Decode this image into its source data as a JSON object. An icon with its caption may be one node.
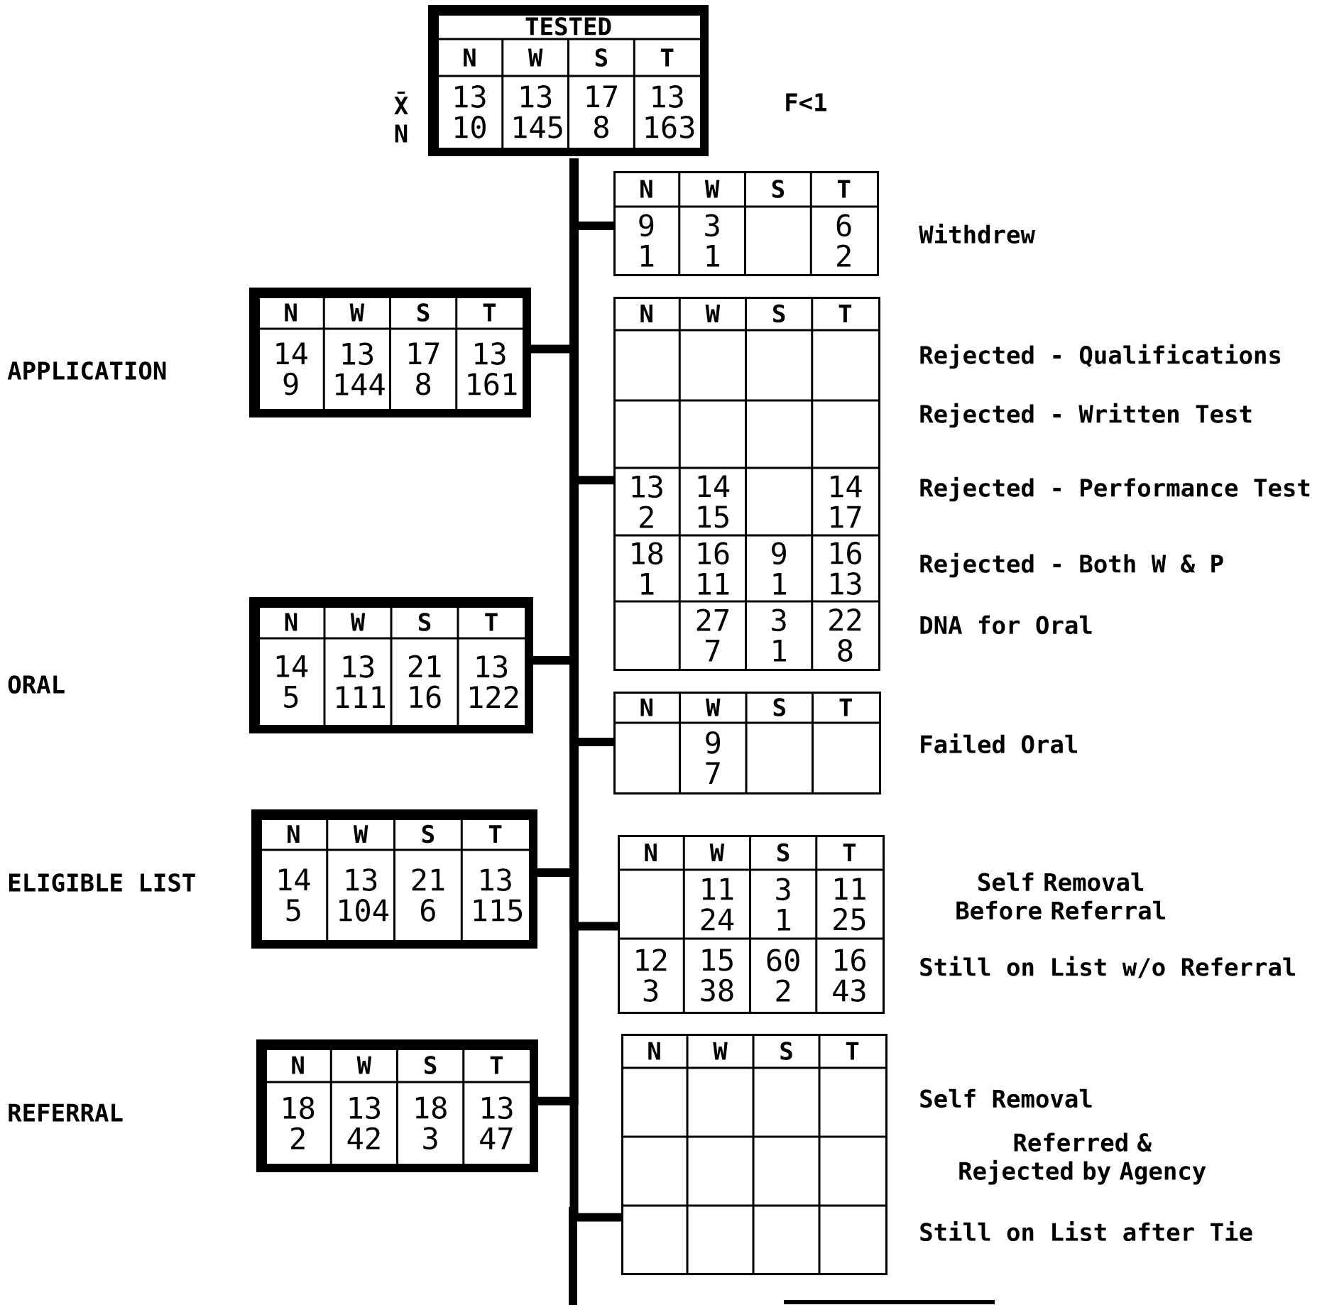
{
  "diagram": {
    "nodes": [
      {
        "text": [
          "TESTED",
          "N",
          "W",
          "S",
          "T",
          "13 10",
          "13 145",
          "17 8",
          "13 163"
        ],
        "beside": [
          "X̄",
          "N"
        ]
      },
      {
        "text": [
          "N",
          "W",
          "S",
          "T",
          "9 1",
          "3 1",
          "6 2"
        ],
        "beside": [
          "Withdrew"
        ]
      },
      {
        "text": [
          "N",
          "W",
          "S",
          "T",
          "14 9",
          "13 144",
          "17 8",
          "13 161"
        ]
      },
      {
        "text": [
          "N",
          "W",
          "S",
          "T",
          "13 2",
          "14 15",
          "14 17",
          "18 1",
          "16 11",
          "9 1",
          "16 13",
          "27 7",
          "3 1",
          "22 8"
        ],
        "beside": [
          "Rejected - Qualifications",
          "Rejected - Written Test",
          "Rejected - Performance Test",
          "Rejected - Both W & P",
          "DNA for Oral"
        ]
      },
      {
        "text": [
          "N",
          "W",
          "S",
          "T",
          "14 5",
          "13 111",
          "21 16",
          "13 122"
        ]
      },
      {
        "text": [
          "N",
          "W",
          "S",
          "T",
          "9 7"
        ],
        "beside": [
          "Failed Oral"
        ]
      },
      {
        "text": [
          "N",
          "W",
          "S",
          "T",
          "14 5",
          "13 104",
          "21 6",
          "13 115"
        ]
      },
      {
        "text": [
          "N",
          "W",
          "S",
          "T",
          "11 24",
          "3 1",
          "11 25",
          "12 3",
          "15 38",
          "60 2",
          "16 43"
        ],
        "beside": [
          "Self Removal Before Referral",
          "Still on List w/o Referral"
        ]
      },
      {
        "text": [
          "N",
          "W",
          "S",
          "T",
          "18 2",
          "13 42",
          "18 3",
          "13 47"
        ]
      },
      {
        "text": [
          "N",
          "W",
          "S",
          "T"
        ],
        "beside": [
          "Self Removal",
          "Referred & Rejected by Agency",
          "Still on List after Tie"
        ]
      }
    ],
    "edges": [
      {
        "from": 0,
        "to": 1,
        "arrow": "none"
      },
      {
        "from": 0,
        "to": 2,
        "arrow": "none"
      },
      {
        "from": 0,
        "to": 3,
        "arrow": "none"
      },
      {
        "from": 0,
        "to": 4,
        "arrow": "none"
      },
      {
        "from": 0,
        "to": 5,
        "arrow": "none"
      },
      {
        "from": 0,
        "to": 6,
        "arrow": "none"
      },
      {
        "from": 0,
        "to": 7,
        "arrow": "none"
      },
      {
        "from": 0,
        "to": 8,
        "arrow": "none"
      },
      {
        "from": 0,
        "to": 9,
        "arrow": "none"
      }
    ],
    "labels": [
      "F<1",
      "APPLICATION",
      "ORAL",
      "ELIGIBLE LIST",
      "REFERRAL"
    ]
  }
}
